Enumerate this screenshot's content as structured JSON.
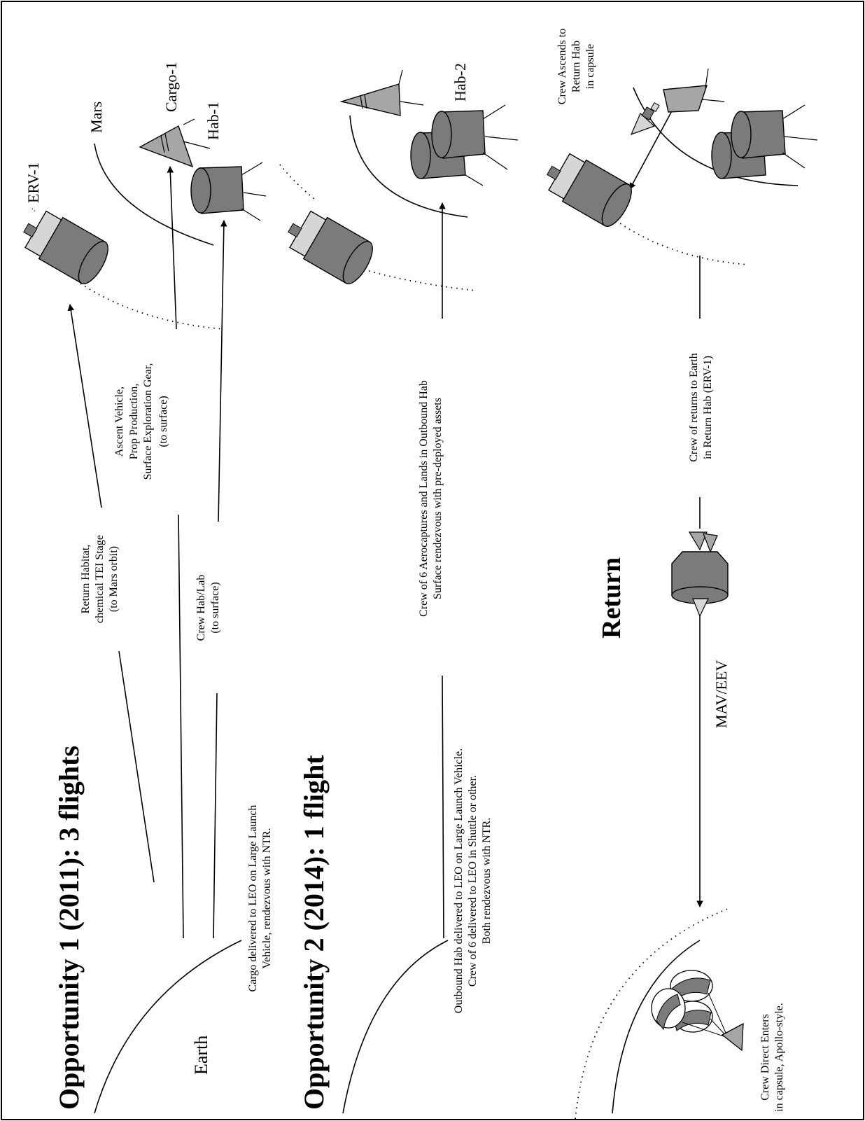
{
  "sections": {
    "opportunity1": "Opportunity 1 (2011):  3 flights",
    "opportunity2": "Opportunity 2 (2014):  1 flight",
    "return": "Return"
  },
  "bodies": {
    "earth": "Earth",
    "mars": "Mars"
  },
  "vehicles": {
    "erv1": "ERV-1",
    "cargo1": "Cargo-1",
    "hab1": "Hab-1",
    "hab2": "Hab-2",
    "mav_eev": "MAV/EEV"
  },
  "opportunity1_notes": {
    "launch": [
      "Cargo delivered to LEO on Large Launch",
      "Vehicle, rendezvous with NTR."
    ],
    "erv": [
      "Return Habitat,",
      "chemical TEI Stage",
      "(to Mars orbit)"
    ],
    "cargo": [
      "Ascent Vehicle,",
      "Prop Production,",
      "Surface Exploration Gear,",
      "(to surface)"
    ],
    "hab": [
      "Crew Hab/Lab",
      "(to surface)"
    ]
  },
  "opportunity2_notes": {
    "launch": [
      "Outbound Hab delivered to LEO on Large Launch Vehicle.",
      "Crew of 6 delivered to LEO in Shuttle or other.",
      "Both rendezvous with NTR."
    ],
    "transit": [
      "Crew of 6 Aerocaptures  and Lands in Outbound Hab",
      "Surface rendezvous with pre-deployed assets"
    ]
  },
  "return_notes": {
    "ascent": [
      "Crew Ascends to",
      "Return Hab",
      "in capsule"
    ],
    "transit": [
      "Crew of returns to Earth",
      "in Return Hab (ERV-1)"
    ],
    "entry": [
      "Crew Direct Enters",
      "in capsule, Apollo-style."
    ]
  },
  "colors": {
    "dark_gray": "#7b7b7b",
    "mid_gray": "#a6a6a6",
    "light_gray": "#d6d6d6",
    "ink": "#000000"
  }
}
